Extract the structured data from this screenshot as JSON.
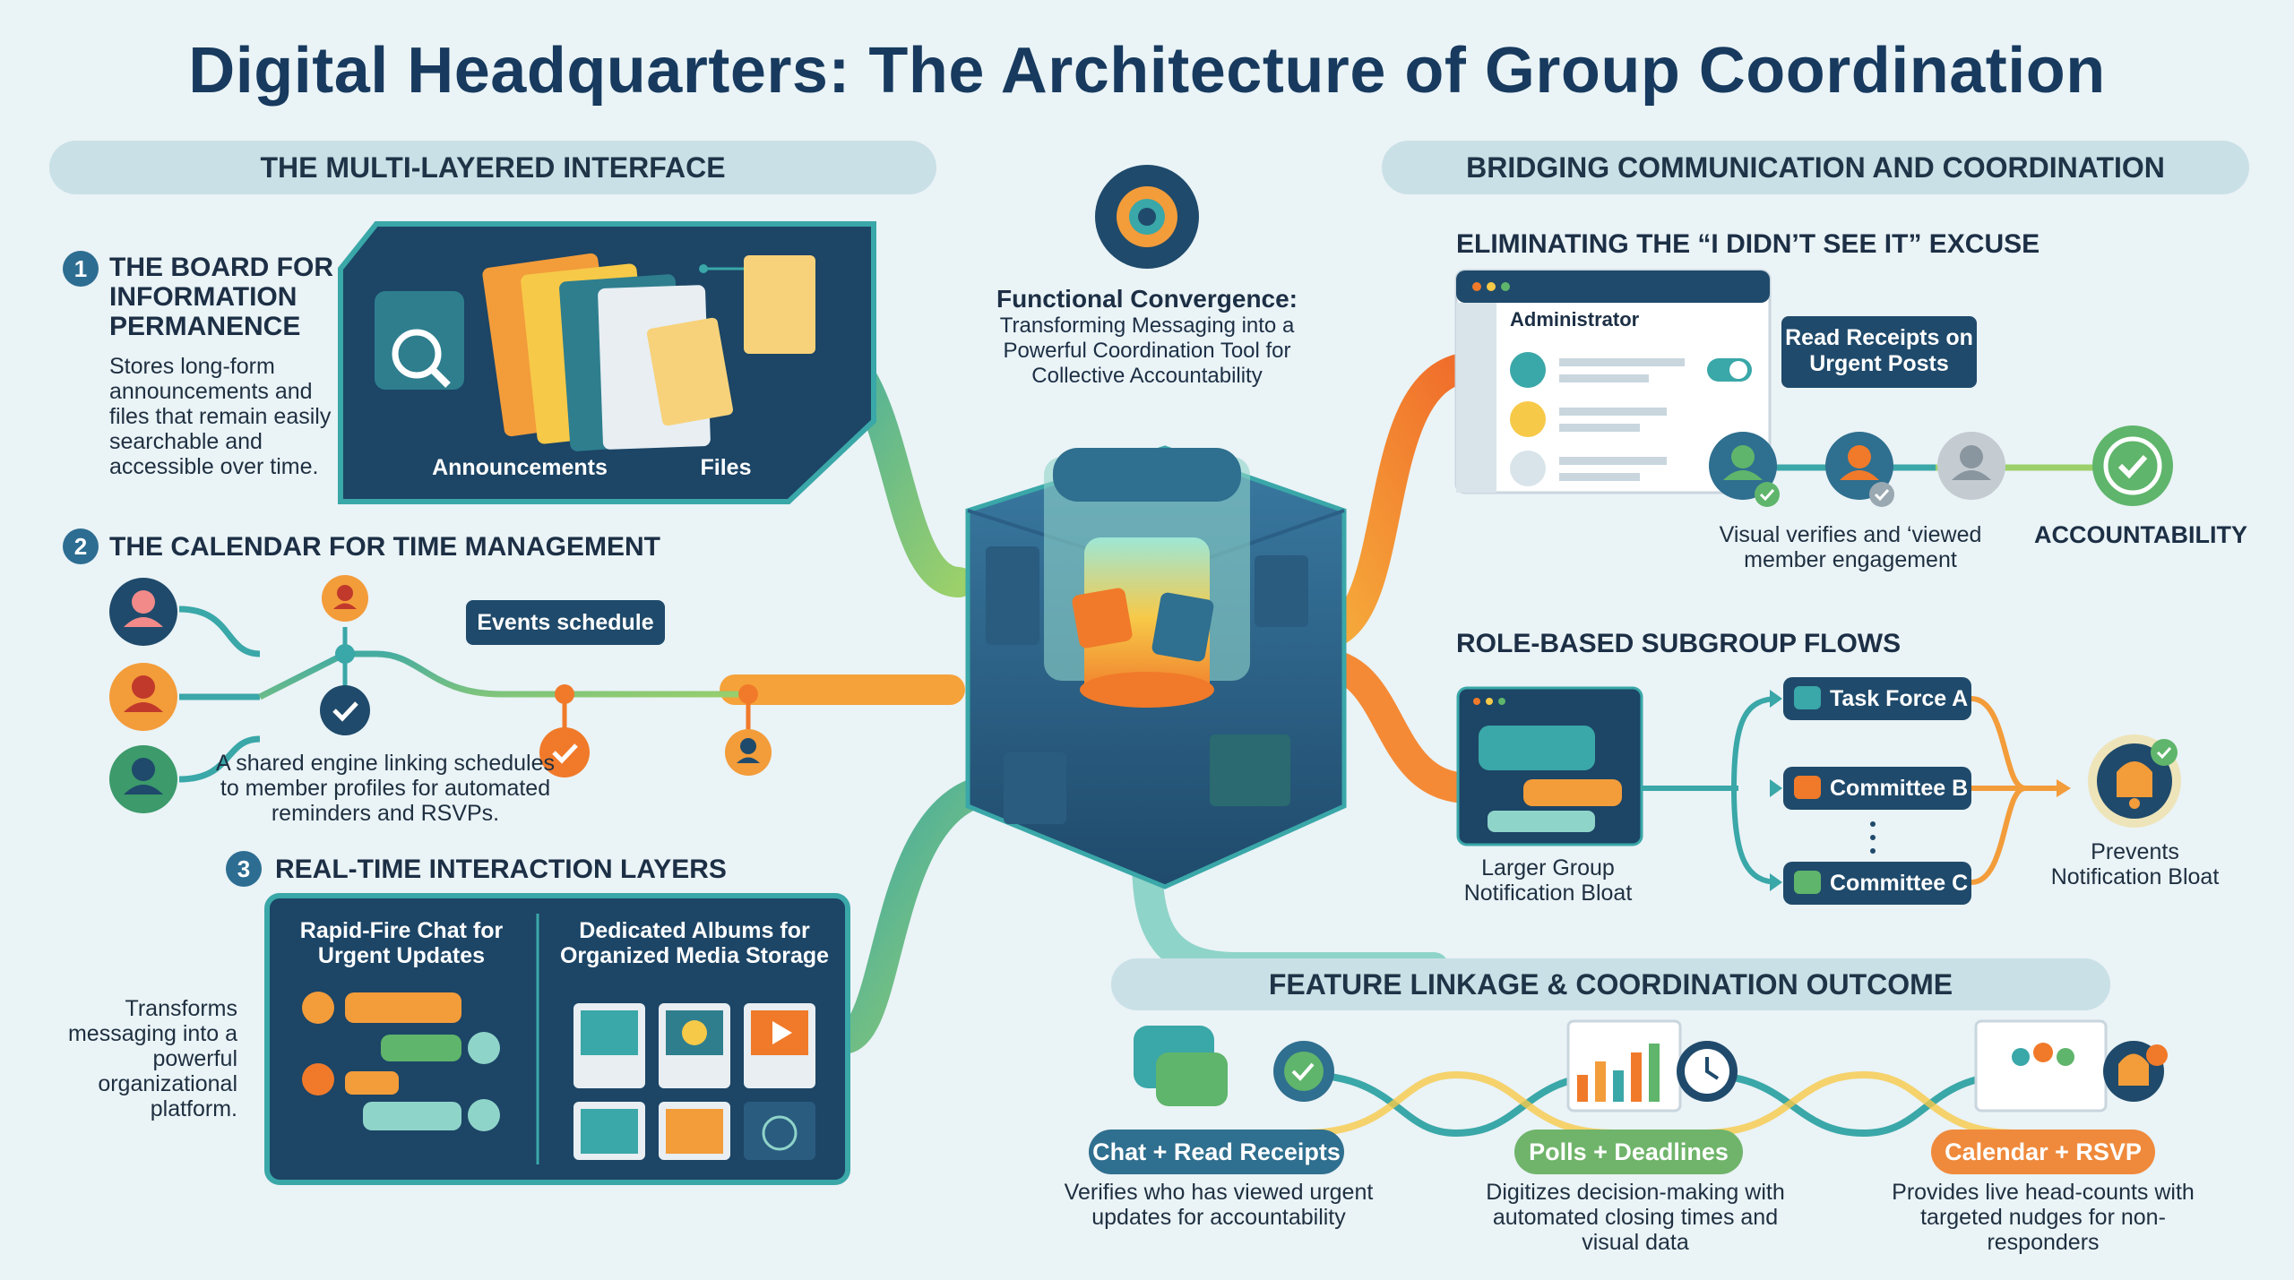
{
  "title": "Digital Headquarters: The Architecture of Group Coordination",
  "left_header": "THE MULTI-LAYERED INTERFACE",
  "right_header": "BRIDGING COMMUNICATION AND COORDINATION",
  "center": {
    "heading": "Functional Convergence:",
    "text": "Transforming Messaging into a Powerful Coordination Tool for Collective Accountability"
  },
  "section1": {
    "number": "1",
    "title": "THE BOARD FOR INFORMATION PERMANENCE",
    "desc": "Stores long-form announcements and files that remain easily searchable and accessible over time.",
    "label_announcements": "Announcements",
    "label_files": "Files"
  },
  "section2": {
    "number": "2",
    "title": "THE CALENDAR FOR TIME MANAGEMENT",
    "tag": "Events schedule",
    "desc": "A shared engine linking schedules to member profiles for automated reminders and RSVPs."
  },
  "section3": {
    "number": "3",
    "title": "REAL-TIME INTERACTION LAYERS",
    "side_text": "Transforms messaging into a powerful organizational platform.",
    "chat_label": "Rapid-Fire Chat for Urgent Updates",
    "albums_label": "Dedicated Albums for Organized Media Storage"
  },
  "excuse": {
    "title": "ELIMINATING THE “I DIDN’T SEE IT” EXCUSE",
    "window_title": "Administrator",
    "tag": "Read Receipts on Urgent Posts",
    "caption": "Visual verifies and ‘viewed member engagement",
    "accountability": "ACCOUNTABILITY"
  },
  "subgroups": {
    "title": "ROLE-BASED SUBGROUP FLOWS",
    "source_caption": "Larger Group Notification Bloat",
    "groups": [
      "Task Force A",
      "Committee B",
      "Committee C"
    ],
    "result": "Prevents Notification Bloat"
  },
  "linkage": {
    "title": "FEATURE LINKAGE & COORDINATION OUTCOME",
    "items": [
      {
        "label": "Chat + Read Receipts",
        "desc": "Verifies who has viewed urgent updates for accountability",
        "color": "#2f6f8f"
      },
      {
        "label": "Polls + Deadlines",
        "desc": "Digitizes decision-making with automated closing times and visual data",
        "color": "#6fb46a"
      },
      {
        "label": "Calendar + RSVP",
        "desc": "Provides live head-counts with targeted nudges for non-responders",
        "color": "#ef8a3c"
      }
    ]
  },
  "colors": {
    "navy": "#173a5e",
    "panel": "#1f4a6b",
    "teal": "#3aa7a8",
    "orange": "#f0883a",
    "green": "#5fb56b"
  }
}
